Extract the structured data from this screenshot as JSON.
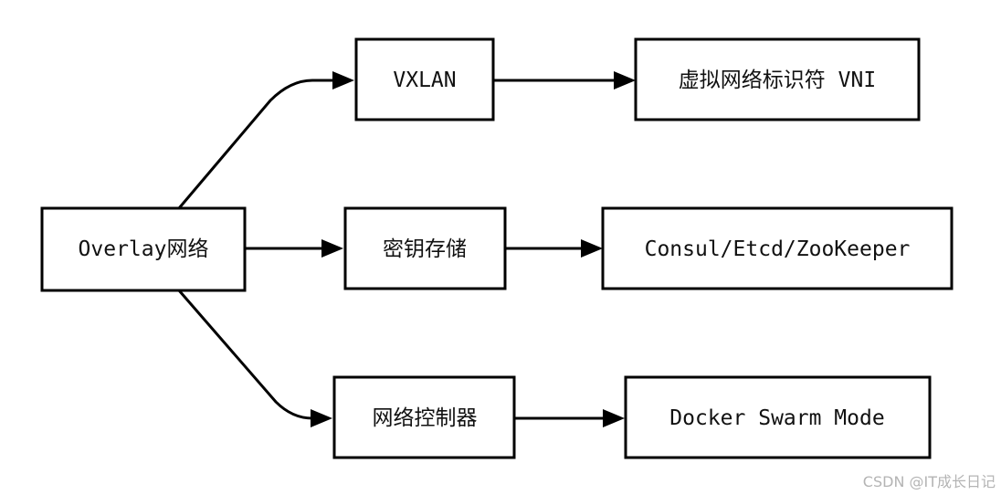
{
  "diagram": {
    "nodes": {
      "overlay": "Overlay网络",
      "vxlan": "VXLAN",
      "vni": "虚拟网络标识符 VNI",
      "kv_store": "密钥存储",
      "consul": "Consul/Etcd/ZooKeeper",
      "controller": "网络控制器",
      "swarm": "Docker Swarm Mode"
    },
    "edges": [
      {
        "from": "overlay",
        "to": "vxlan"
      },
      {
        "from": "overlay",
        "to": "kv_store"
      },
      {
        "from": "overlay",
        "to": "controller"
      },
      {
        "from": "vxlan",
        "to": "vni"
      },
      {
        "from": "kv_store",
        "to": "consul"
      },
      {
        "from": "controller",
        "to": "swarm"
      }
    ],
    "colors": {
      "stroke": "#000000",
      "fill": "#ffffff",
      "text": "#111111"
    }
  },
  "watermark": "CSDN @IT成长日记"
}
